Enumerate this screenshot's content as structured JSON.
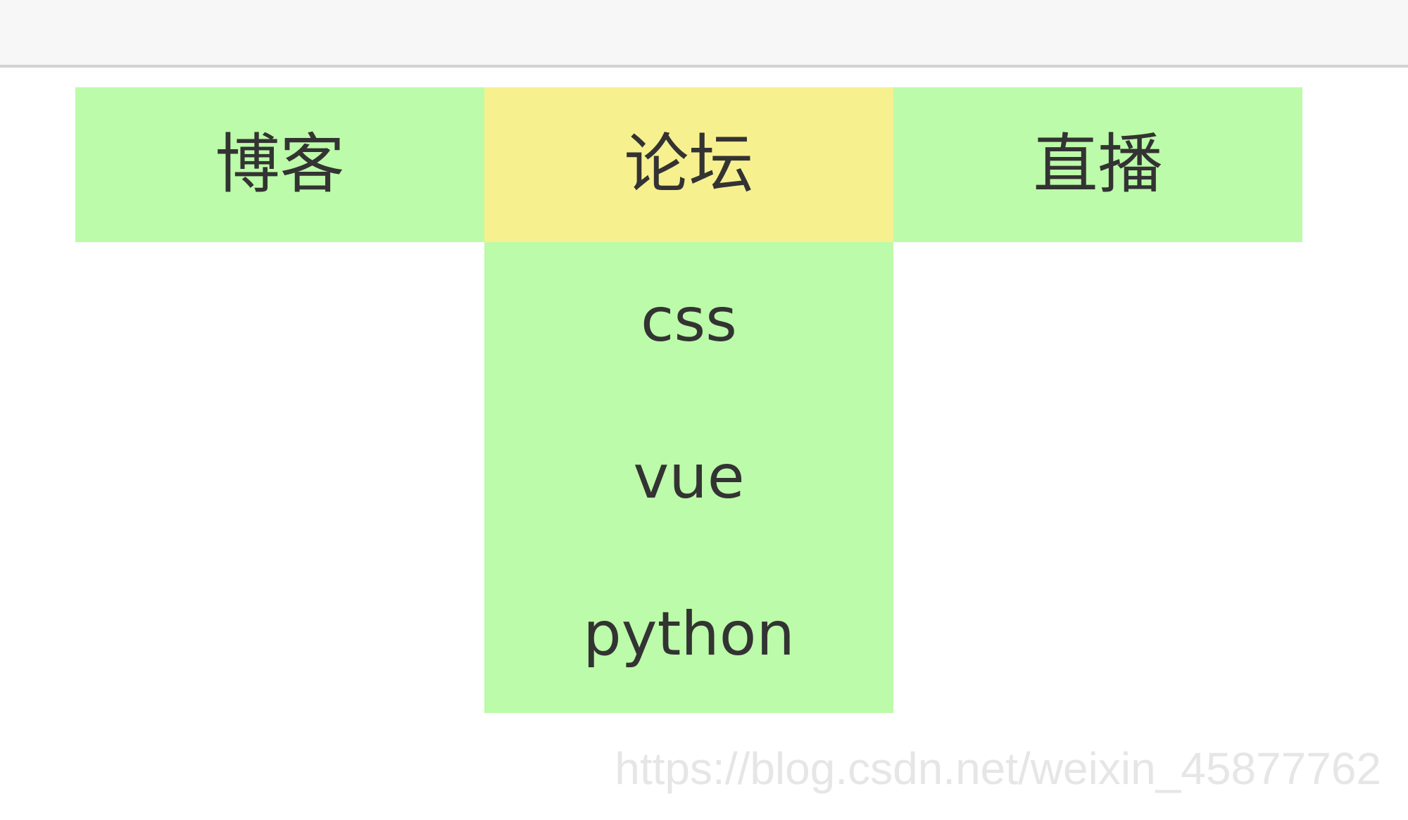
{
  "nav": {
    "items": [
      {
        "label": "博客"
      },
      {
        "label": "论坛"
      },
      {
        "label": "直播"
      }
    ],
    "active_index": 1,
    "submenu": [
      {
        "label": "css"
      },
      {
        "label": "vue"
      },
      {
        "label": "python"
      }
    ]
  },
  "watermark": "https://blog.csdn.net/weixin_45877762",
  "colors": {
    "item_bg": "#bcfba9",
    "active_bg": "#f7f08f",
    "text": "#333333"
  }
}
